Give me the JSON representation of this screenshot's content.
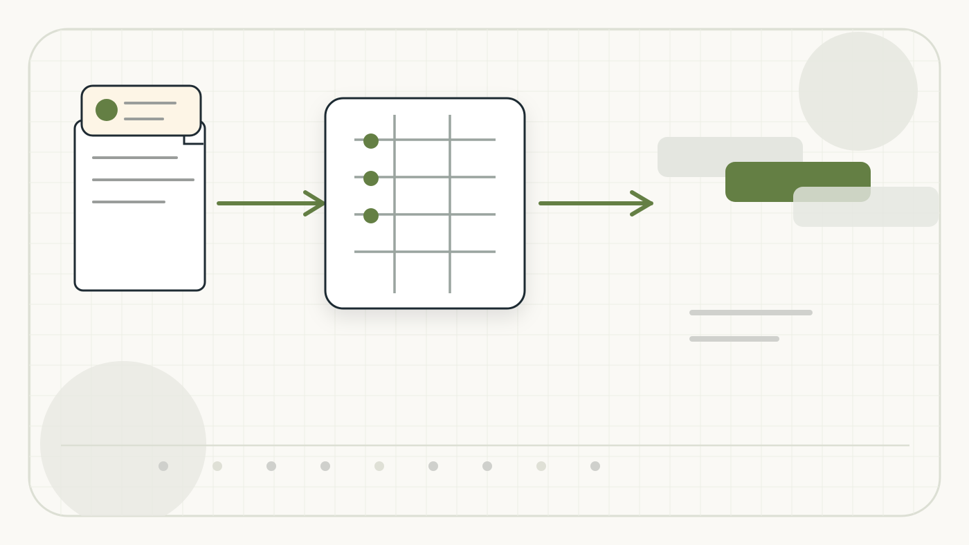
{
  "colors": {
    "background": "#faf9f5",
    "panel_border": "#dcdfd4",
    "grid_line": "#eceee5",
    "outline": "#1f2b33",
    "accent_green": "#647f44",
    "table_line": "#9aa49f",
    "text_line": "#9a9d9b",
    "note_fill": "#fdf5e6",
    "placeholder_bar": "#e4e6e0",
    "faint_line": "#d0d1cd",
    "circle_fill": "#e8e9e2"
  },
  "diagram": {
    "nodes": [
      {
        "id": "document",
        "icon": "document-with-header-icon"
      },
      {
        "id": "table",
        "icon": "table-grid-icon"
      },
      {
        "id": "output",
        "icon": "stacked-bars-icon"
      }
    ],
    "edges": [
      {
        "from": "document",
        "to": "table",
        "icon": "arrow-right-icon"
      },
      {
        "from": "table",
        "to": "output",
        "icon": "arrow-right-icon"
      }
    ]
  },
  "carousel": {
    "dot_count": 9,
    "active_dots": [
      0,
      2,
      3,
      5,
      6,
      8
    ]
  }
}
